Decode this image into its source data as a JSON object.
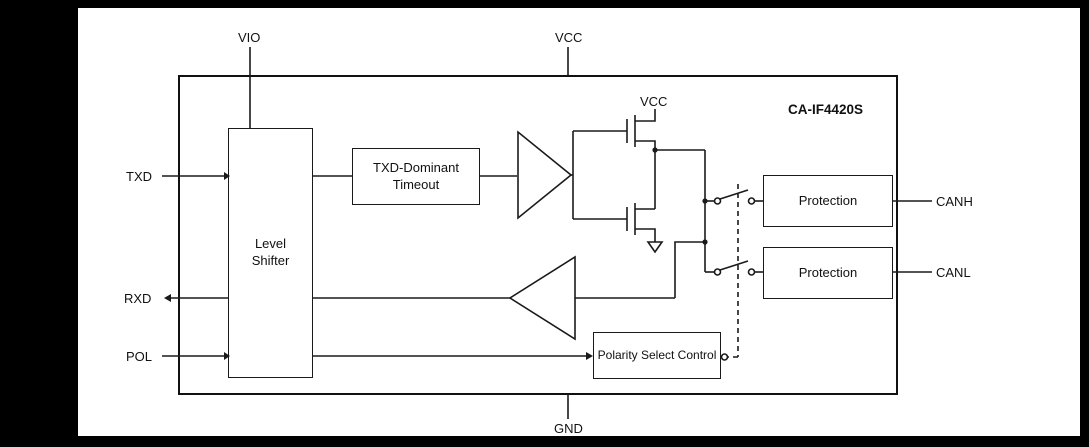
{
  "chip": {
    "label": "CA-IF4420S"
  },
  "pins": {
    "vio": "VIO",
    "vcc": "VCC",
    "gnd": "GND",
    "txd": "TXD",
    "rxd": "RXD",
    "pol": "POL",
    "canh": "CANH",
    "canl": "CANL"
  },
  "blocks": {
    "level_shifter": {
      "line1": "Level",
      "line2": "Shifter"
    },
    "txd_dominant_timeout": {
      "line1": "TXD-Dominant",
      "line2": "Timeout"
    },
    "internal_vcc": "VCC",
    "protection_canh": "Protection",
    "protection_canl": "Protection",
    "polarity_select_control": "Polarity Select Control"
  },
  "colors": {
    "background": "#000000",
    "page": "#ffffff",
    "line": "#1a1a1a"
  }
}
